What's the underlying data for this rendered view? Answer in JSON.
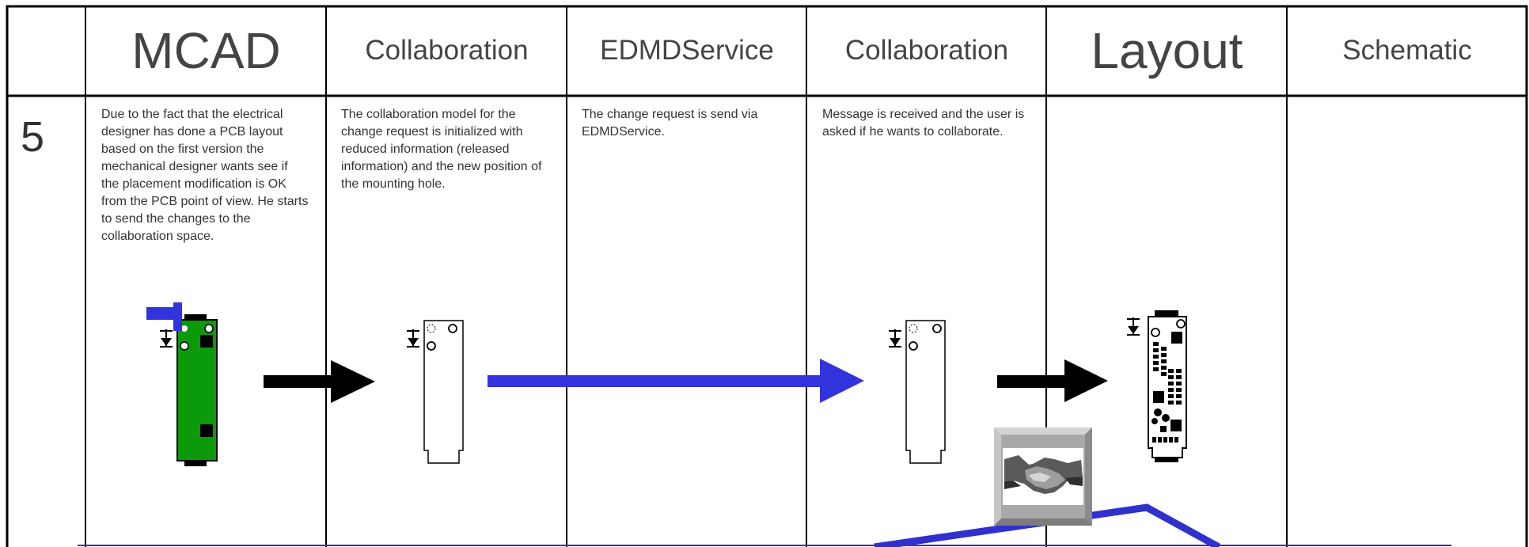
{
  "headers": [
    "MCAD",
    "Collaboration",
    "EDMDService",
    "Collaboration",
    "Layout",
    "Schematic"
  ],
  "step_number": "5",
  "descriptions": [
    "Due to the fact that the electrical designer has done a PCB layout based on the first version the mechanical designer wants see if the placement modification is OK from the PCB point of view. He starts to send the changes to the collaboration space.",
    "The collaboration model for the change request is initialized with reduced information (released information) and the new position of the mounting hole.",
    "The change request is send via EDMDService.",
    "Message is received and the user is asked if he wants to collaborate.",
    "",
    ""
  ],
  "colors": {
    "grid": "#000000",
    "board_green": "#0a9a0a",
    "flow_blue": "#3030cc",
    "arrow_black": "#000000",
    "frame_gray": "#a8a8a8"
  },
  "icons": [
    "pcb-board-icon",
    "outline-board-icon",
    "layout-board-icon",
    "handshake-icon"
  ]
}
